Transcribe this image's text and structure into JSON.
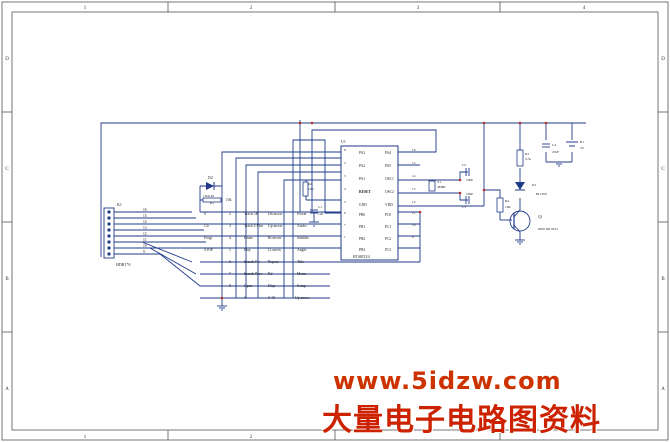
{
  "frame": {
    "cols": [
      "1",
      "2",
      "3",
      "4"
    ],
    "rows": [
      "D",
      "C",
      "B",
      "A"
    ]
  },
  "connector": {
    "ref": "K1",
    "part": "HDR1*6",
    "pins": [
      "16",
      "15",
      "14",
      "13",
      "12",
      "11",
      "10",
      "9"
    ]
  },
  "diode": {
    "ref": "D2",
    "part": "1N4148"
  },
  "resistors": {
    "r1": {
      "ref": "R1",
      "value": "10k"
    },
    "r2": {
      "ref": "R2",
      "value": "10K"
    },
    "r3": {
      "ref": "R3",
      "value": "4.7k"
    },
    "r4": {
      "ref": "R4",
      "value": "10K"
    }
  },
  "keys": {
    "col1": [
      "0",
      "Clr",
      "Progr",
      "STOP"
    ],
    "pins_a": [
      "2",
      "3",
      "4",
      "5",
      "6",
      "7",
      "8"
    ],
    "col3": [
      "Track 5K",
      "Track 4 Min",
      "Pause",
      "Play",
      "Search Fw",
      "Search Prev",
      "Open",
      "1"
    ],
    "col4": [
      "Dn arrow",
      "Up arrow",
      "Rt arrow",
      "Lt arrow",
      "Repeat",
      "Rd",
      "Disp",
      "0-10"
    ],
    "col5": [
      "Power",
      "Audio",
      "Subtitle",
      "Angle",
      "Title",
      "Menu",
      "Setup",
      "Up arrow"
    ]
  },
  "mcu": {
    "ref": "U1",
    "part": "HT46F23/4",
    "pin_left": [
      "8",
      "2",
      "3",
      "4",
      "5",
      "6",
      "7",
      "1"
    ],
    "left_labels": [
      "PA3",
      "PA2",
      "PA1",
      "RESET",
      "GND",
      "PB0",
      "PB1",
      "PB2",
      "PB3"
    ],
    "right_labels": [
      "PA4",
      "PA5",
      "OSC1",
      "OSC2",
      "VDD",
      "PC0",
      "PC1",
      "PC2",
      "PC3"
    ],
    "pin_right": [
      "16",
      "15",
      "14",
      "13",
      "12",
      "11",
      "10",
      "9"
    ]
  },
  "crystal": {
    "ref": "Y1",
    "value": "4MHz"
  },
  "caps": {
    "c1": {
      "ref": "C1",
      "value": "1uF"
    },
    "c2": {
      "ref": "C2",
      "value": "100P"
    },
    "c3": {
      "ref": "C3",
      "value": "100P"
    },
    "c4": {
      "ref": "C4",
      "value": "47uF"
    }
  },
  "led": {
    "ref": "D1",
    "label": "IR LED"
  },
  "transistor": {
    "ref": "Q1",
    "part": "8050 OR 9013"
  },
  "battery": {
    "ref": "B1",
    "value": "3V"
  },
  "watermark": {
    "line1": "www.5idzw.com",
    "line2": "大量电子电路图资料"
  }
}
